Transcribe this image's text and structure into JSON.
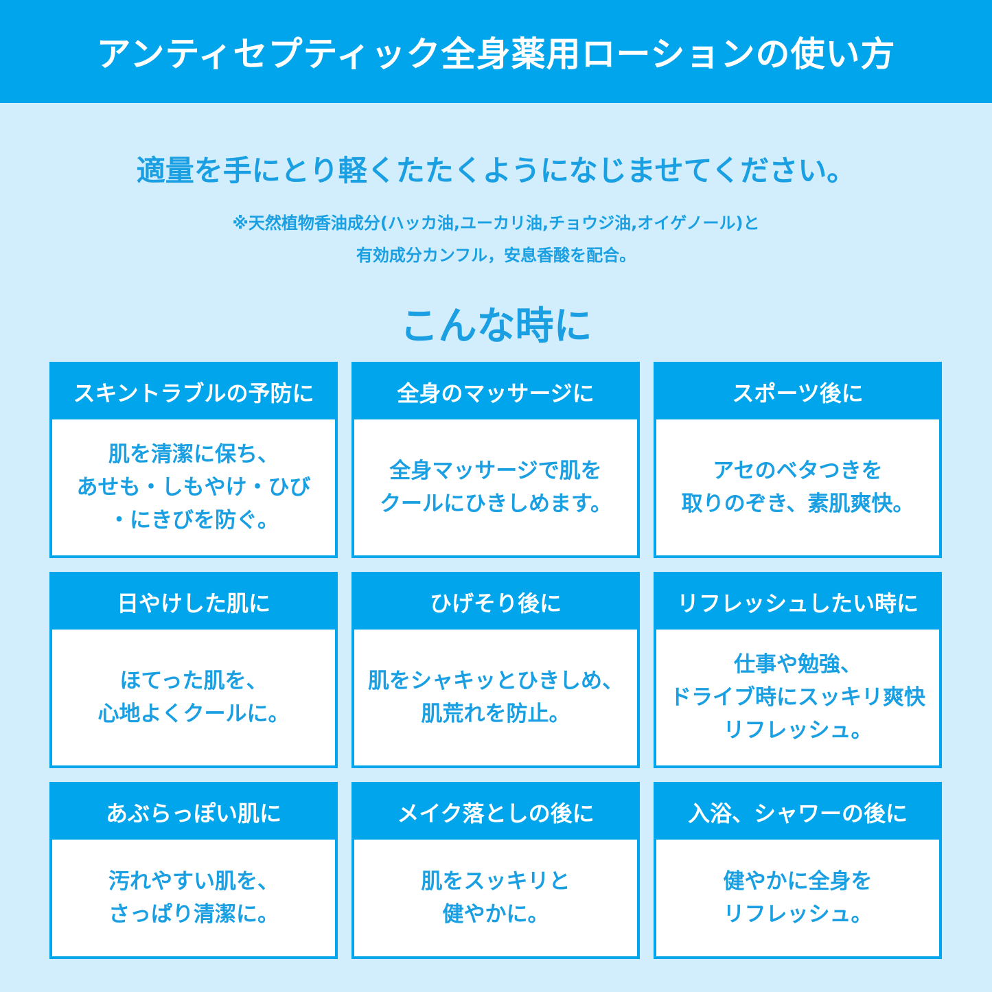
{
  "banner": {
    "title": "アンティセプティック全身薬用ローションの使い方"
  },
  "usage": {
    "lead": "適量を手にとり軽くたたくようになじませてください。",
    "note_lines": [
      "※天然植物香油成分(ハッカ油,ユーカリ油,チョウジ油,オイゲノール)と",
      "有効成分カンフル，安息香酸を配合。"
    ]
  },
  "section": {
    "title": "こんな時に"
  },
  "cards": [
    {
      "title": "スキントラブルの予防に",
      "lines": [
        "肌を清潔に保ち、",
        "あせも・しもやけ・ひび",
        "・にきびを防ぐ。"
      ]
    },
    {
      "title": "全身のマッサージに",
      "lines": [
        "全身マッサージで肌を",
        "クールにひきしめます。"
      ]
    },
    {
      "title": "スポーツ後に",
      "lines": [
        "アセのベタつきを",
        "取りのぞき、素肌爽快。"
      ]
    },
    {
      "title": "日やけした肌に",
      "lines": [
        "ほてった肌を、",
        "心地よくクールに。"
      ]
    },
    {
      "title": "ひげそり後に",
      "lines": [
        "肌をシャキッとひきしめ、",
        "肌荒れを防止。"
      ]
    },
    {
      "title": "リフレッシュしたい時に",
      "lines": [
        "仕事や勉強、",
        "ドライブ時にスッキリ爽快",
        "リフレッシュ。"
      ]
    },
    {
      "title": "あぶらっぽい肌に",
      "lines": [
        "汚れやすい肌を、",
        "さっぱり清潔に。"
      ]
    },
    {
      "title": "メイク落としの後に",
      "lines": [
        "肌をスッキリと",
        "健やかに。"
      ]
    },
    {
      "title": "入浴、シャワーの後に",
      "lines": [
        "健やかに全身を",
        "リフレッシュ。"
      ]
    }
  ],
  "colors": {
    "accent": "#00a5ec",
    "text_accent": "#1aa0e2",
    "background": "#d2eefc",
    "card_bg": "#ffffff"
  }
}
